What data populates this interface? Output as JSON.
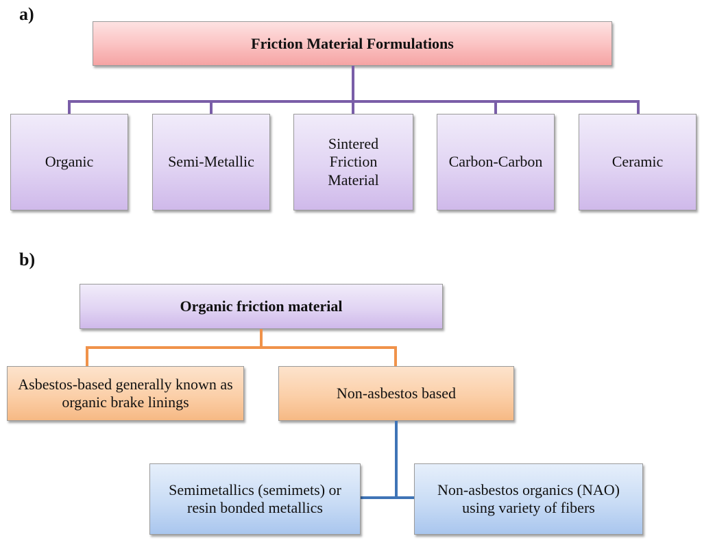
{
  "panel_a": {
    "label": "a)",
    "root": "Friction Material Formulations",
    "children": [
      "Organic",
      "Semi-Metallic",
      "Sintered Friction Material",
      "Carbon-Carbon",
      "Ceramic"
    ]
  },
  "panel_b": {
    "label": "b)",
    "root": "Organic friction material",
    "level1": [
      "Asbestos-based generally known as  organic brake linings",
      "Non-asbestos based"
    ],
    "level2": [
      "Semimetallics (semimets) or resin bonded metallics",
      "Non-asbestos organics (NAO) using variety of fibers"
    ]
  },
  "colors": {
    "connector_a": "#7a5ea8",
    "connector_b_orange": "#f0924a",
    "connector_b_blue": "#3f74b6",
    "root_a_fill": "#fbc4c4",
    "node_purple_fill": "#e1d4f3",
    "node_orange_fill": "#fbcfa8",
    "node_blue_fill": "#c9dcf5"
  }
}
